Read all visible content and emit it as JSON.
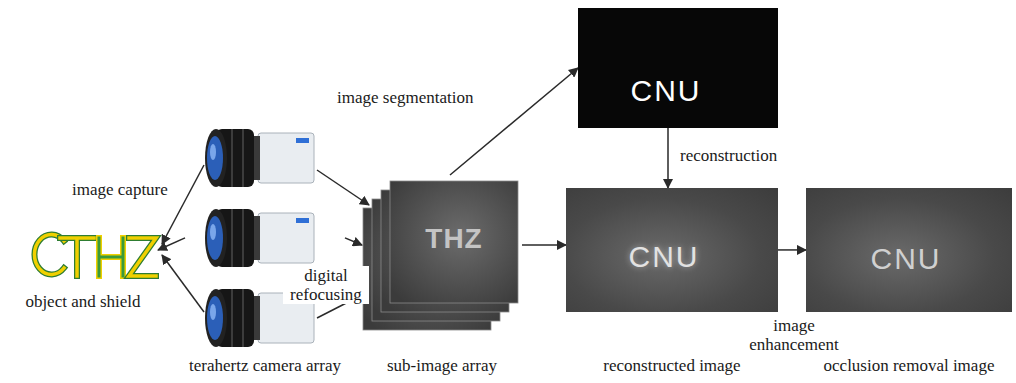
{
  "diagram": {
    "nodes": [
      {
        "text": [
          "object and shield"
        ]
      },
      {
        "text": [
          "terahertz camera array"
        ]
      },
      {
        "text": [
          "THZ",
          "sub-image array"
        ]
      },
      {
        "text": [
          "CNU"
        ]
      },
      {
        "text": [
          "CNU",
          "reconstructed image"
        ]
      },
      {
        "text": [
          "CNU",
          "occlusion removal image"
        ]
      }
    ],
    "edges": [
      {
        "from": 1,
        "to": 0,
        "arrow": "to",
        "label": "image capture"
      },
      {
        "from": 1,
        "to": 2,
        "arrow": "to",
        "label": "digital refocusing"
      },
      {
        "from": 2,
        "to": 3,
        "arrow": "to",
        "label": "image segmentation"
      },
      {
        "from": 3,
        "to": 4,
        "arrow": "to",
        "label": "reconstruction"
      },
      {
        "from": 2,
        "to": 4,
        "arrow": "to"
      },
      {
        "from": 4,
        "to": 5,
        "arrow": "to",
        "label": "image enhancement"
      }
    ]
  }
}
